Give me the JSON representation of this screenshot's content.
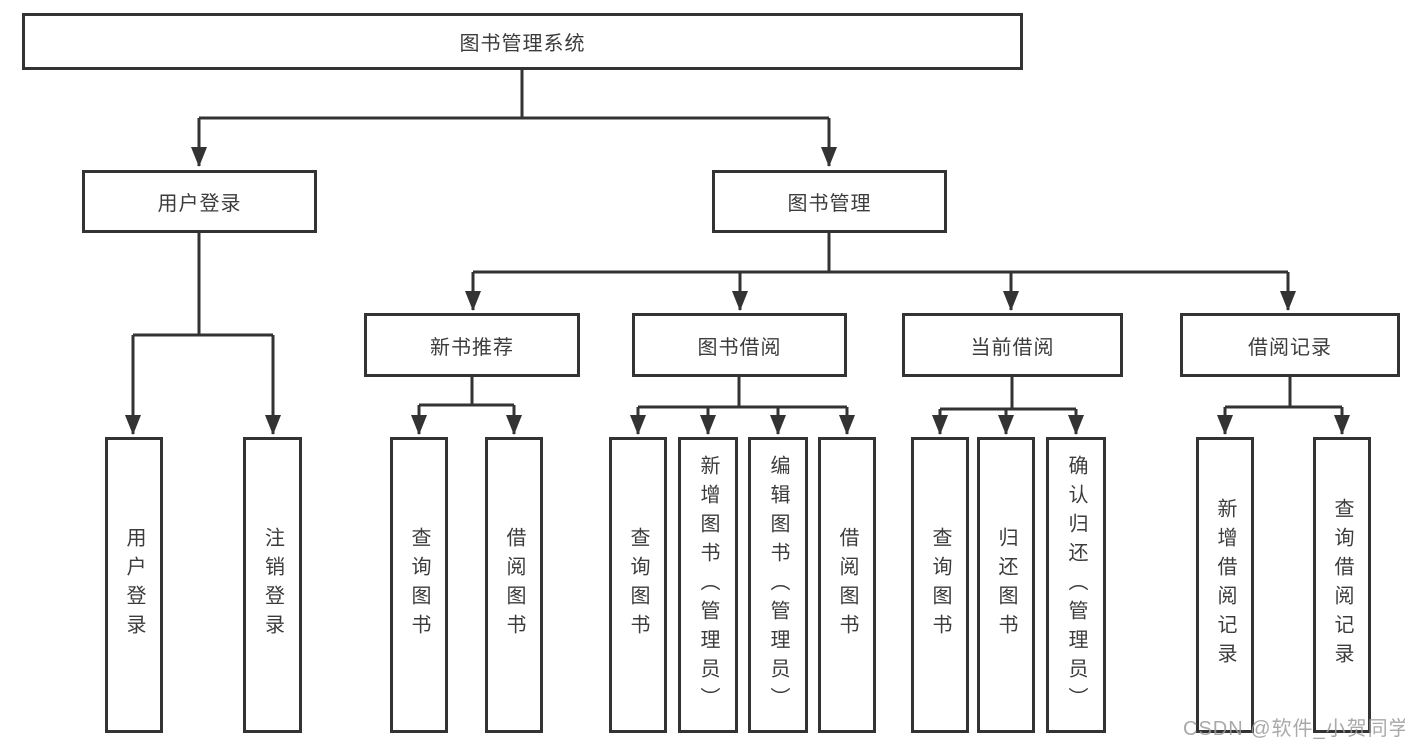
{
  "diagram": {
    "type": "tree",
    "root": {
      "label": "图书管理系统"
    },
    "level2": [
      {
        "label": "用户登录"
      },
      {
        "label": "图书管理"
      }
    ],
    "level3": [
      {
        "label": "新书推荐",
        "parent": "图书管理"
      },
      {
        "label": "图书借阅",
        "parent": "图书管理"
      },
      {
        "label": "当前借阅",
        "parent": "图书管理"
      },
      {
        "label": "借阅记录",
        "parent": "图书管理"
      }
    ],
    "leaves": [
      {
        "label": "用户登录",
        "parent": "用户登录"
      },
      {
        "label": "注销登录",
        "parent": "用户登录"
      },
      {
        "label": "查询图书",
        "parent": "新书推荐"
      },
      {
        "label": "借阅图书",
        "parent": "新书推荐"
      },
      {
        "label": "查询图书",
        "parent": "图书借阅"
      },
      {
        "label": "新增图书（管理员）",
        "parent": "图书借阅"
      },
      {
        "label": "编辑图书（管理员）",
        "parent": "图书借阅"
      },
      {
        "label": "借阅图书",
        "parent": "图书借阅"
      },
      {
        "label": "查询图书",
        "parent": "当前借阅"
      },
      {
        "label": "归还图书",
        "parent": "当前借阅"
      },
      {
        "label": "确认归还（管理员）",
        "parent": "当前借阅"
      },
      {
        "label": "新增借阅记录",
        "parent": "借阅记录"
      },
      {
        "label": "查询借阅记录",
        "parent": "借阅记录"
      }
    ]
  },
  "watermark": "CSDN @软件_小贺同学",
  "colors": {
    "line": "#333333",
    "box_border": "#333333",
    "text": "#3c3c3c",
    "background": "#ffffff",
    "watermark": "#9b9b9b"
  }
}
